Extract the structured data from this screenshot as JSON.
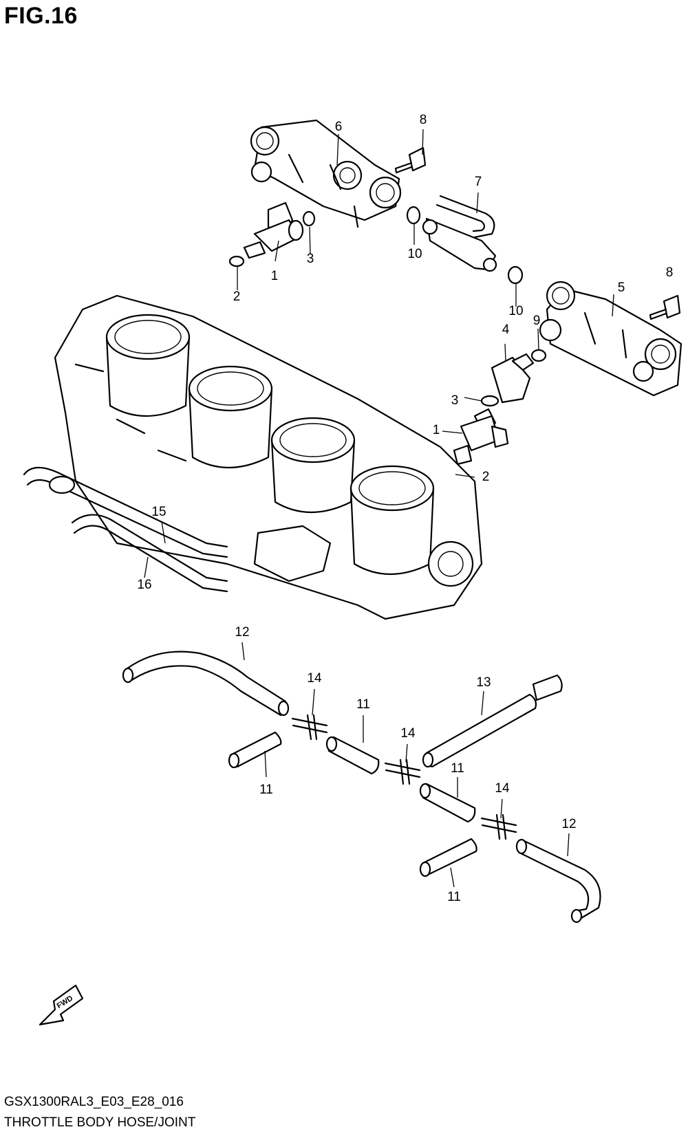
{
  "figure": {
    "title": "FIG.16",
    "code": "GSX1300RAL3_E03_E28_016",
    "name": "THROTTLE BODY HOSE/JOINT"
  },
  "fwd_arrow": {
    "text": "FWD"
  },
  "callouts": {
    "p1_top": "1",
    "p2_top": "2",
    "p3_top": "3",
    "p6": "6",
    "p8_top": "8",
    "p7": "7",
    "p10_a": "10",
    "p10_b": "10",
    "p8_right": "8",
    "p5": "5",
    "p9": "9",
    "p4": "4",
    "p3_mid": "3",
    "p1_mid": "1",
    "p2_mid": "2",
    "p15": "15",
    "p16": "16",
    "p12_left": "12",
    "p14_a": "14",
    "p11_a": "11",
    "p13": "13",
    "p11_b": "11",
    "p14_b": "14",
    "p11_c": "11",
    "p14_c": "14",
    "p12_right": "12",
    "p11_d": "11"
  }
}
